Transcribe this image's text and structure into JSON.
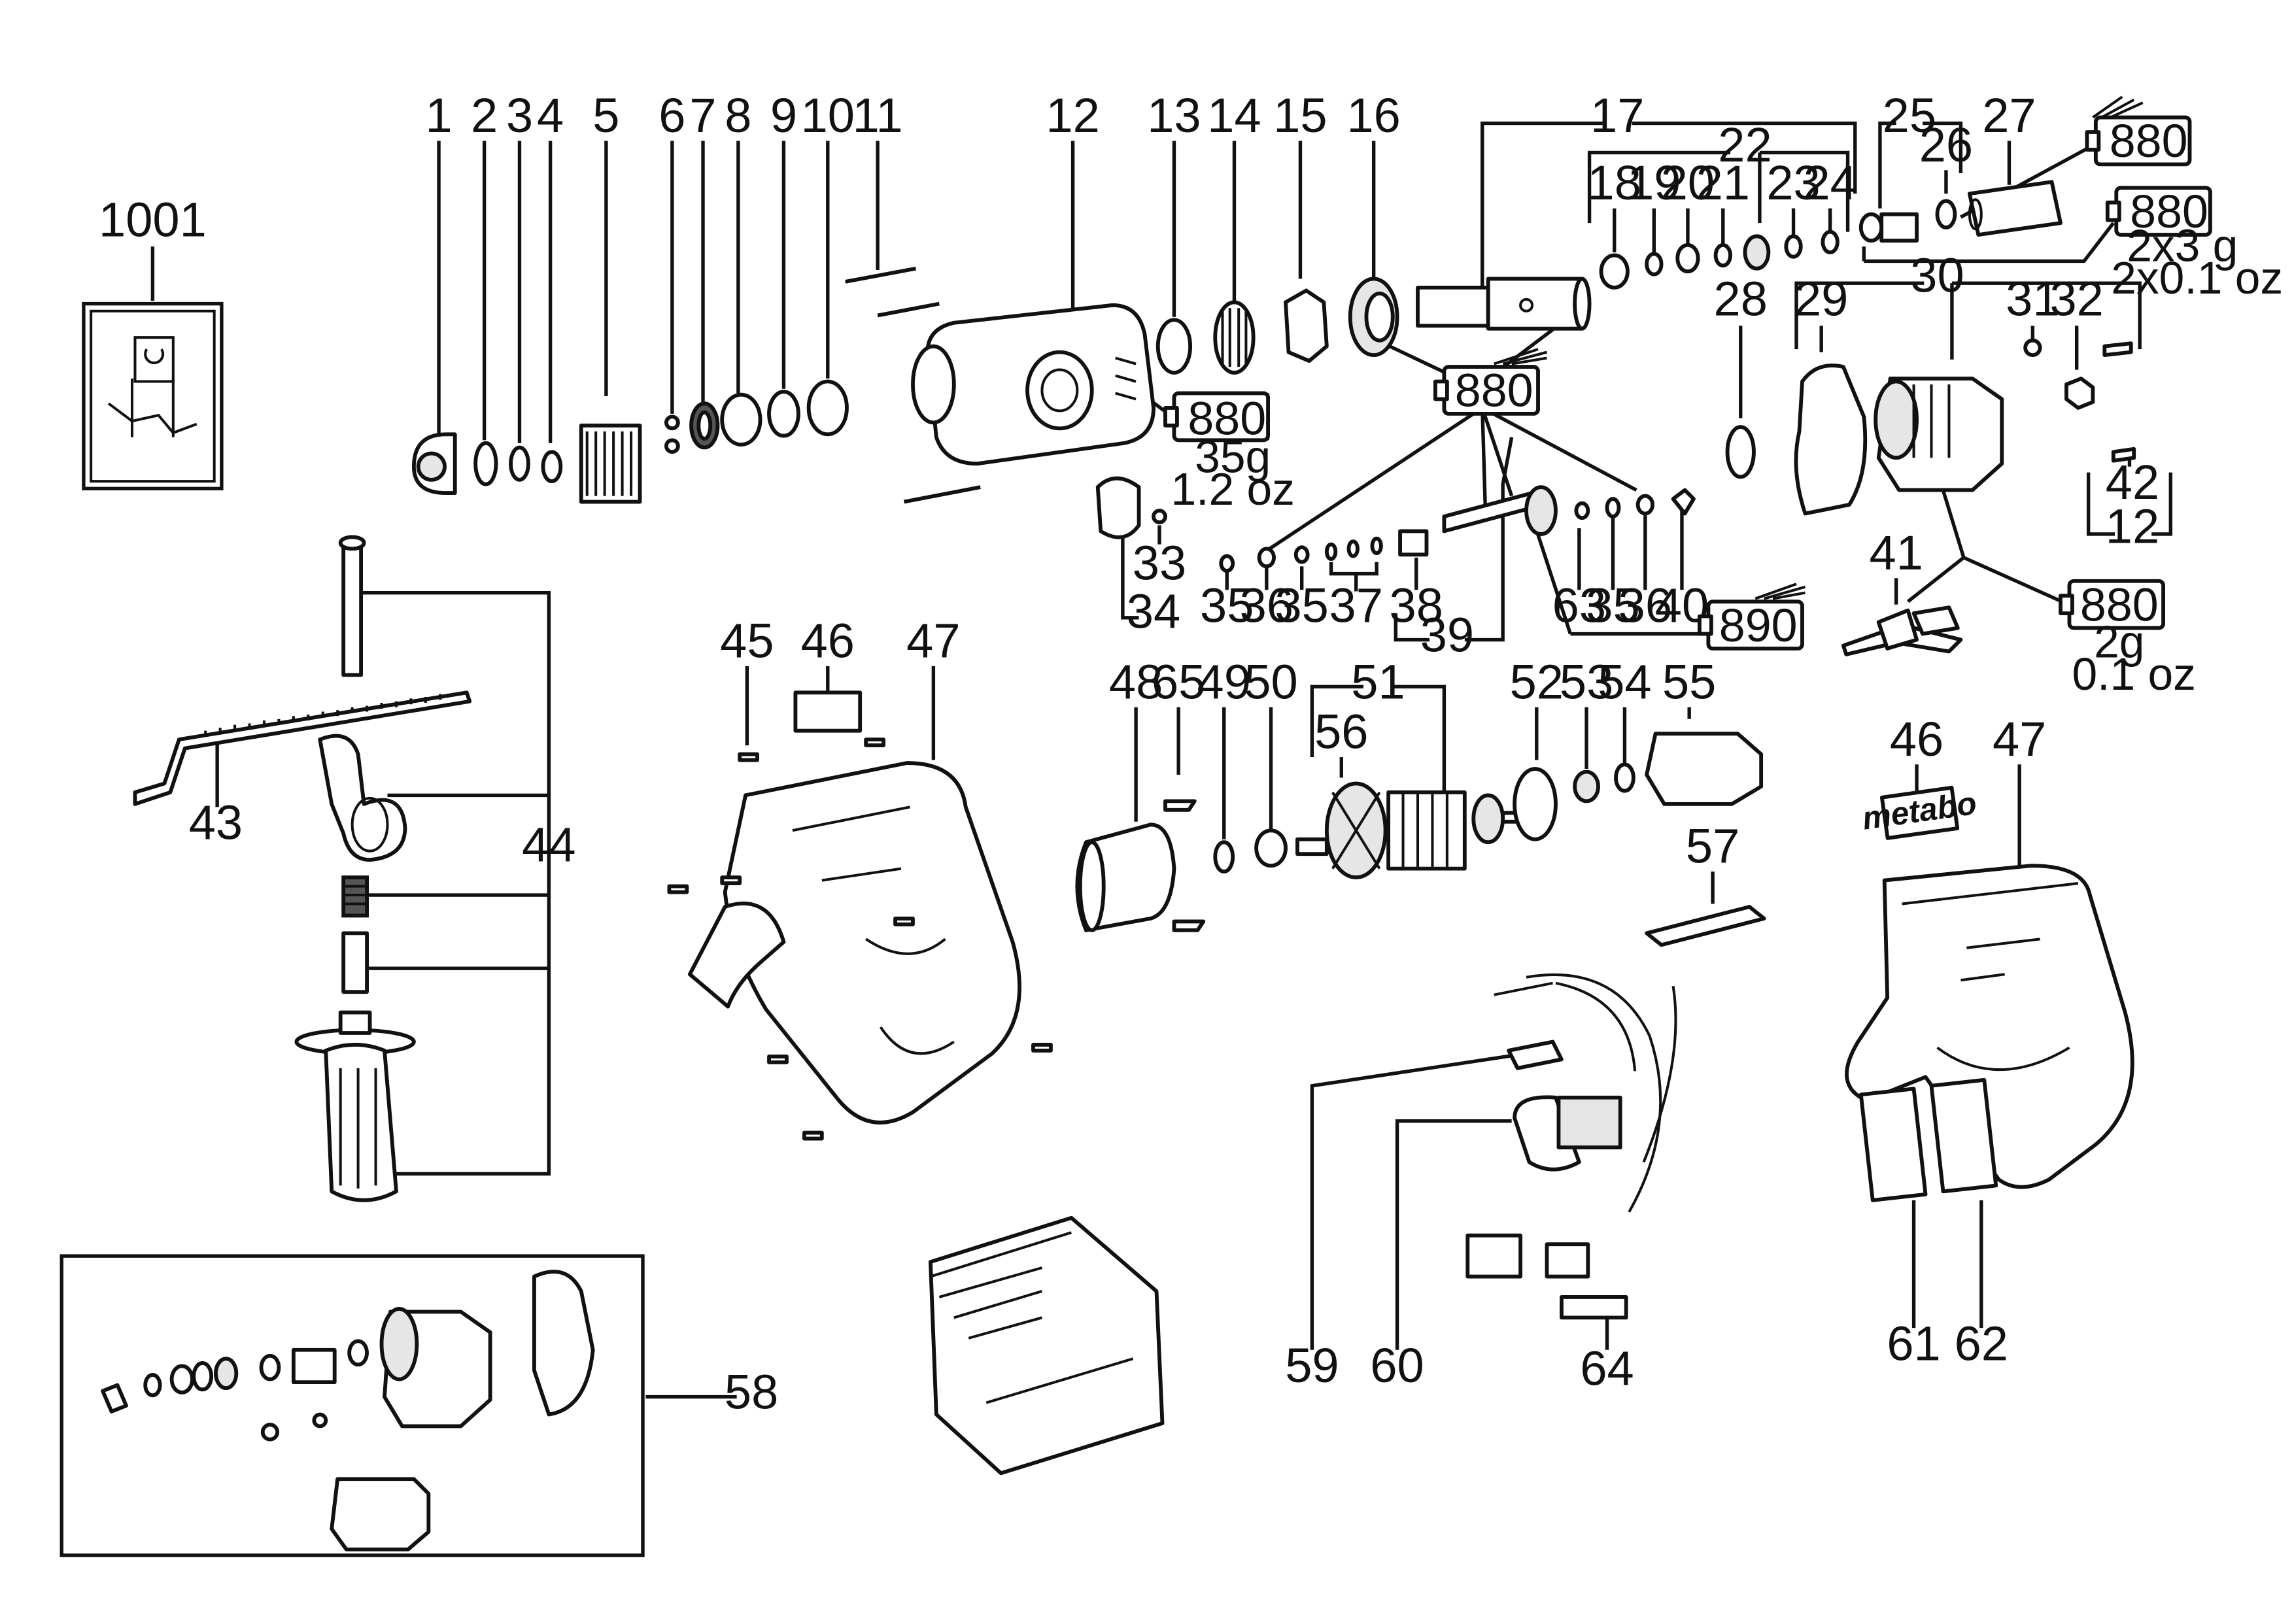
{
  "callouts": {
    "c1": "1",
    "c2": "2",
    "c3": "3",
    "c4": "4",
    "c5": "5",
    "c6": "6",
    "c7": "7",
    "c8": "8",
    "c9": "9",
    "c10": "10",
    "c11": "11",
    "c12": "12",
    "c13": "13",
    "c14": "14",
    "c15": "15",
    "c16": "16",
    "c17": "17",
    "c18": "18",
    "c19": "19",
    "c20": "20",
    "c21": "21",
    "c22": "22",
    "c23": "23",
    "c24": "24",
    "c25": "25",
    "c26": "26",
    "c27": "27",
    "c28": "28",
    "c29": "29",
    "c30": "30",
    "c31": "31",
    "c32": "32",
    "c33": "33",
    "c34": "34",
    "c35": "35",
    "c36": "36",
    "c37": "37",
    "c38": "38",
    "c39": "39",
    "c40": "40",
    "c41": "41",
    "c42": "42",
    "c43": "43",
    "c44": "44",
    "c45": "45",
    "c46": "46",
    "c47": "47",
    "c48": "48",
    "c49": "49",
    "c50": "50",
    "c51": "51",
    "c52": "52",
    "c53": "53",
    "c54": "54",
    "c55": "55",
    "c56": "56",
    "c57": "57",
    "c58": "58",
    "c59": "59",
    "c60": "60",
    "c61": "61",
    "c62": "62",
    "c63": "63",
    "c64": "64",
    "c65": "65",
    "c1001": "1001"
  },
  "repeated_callouts": {
    "c12b": "12",
    "c35b": "35",
    "c35c": "35",
    "c36b": "36",
    "c46b": "46",
    "c47b": "47"
  },
  "grease": {
    "t880_main": "880",
    "t880_main_qty1": "35g",
    "t880_main_qty2": "1.2 oz",
    "t880_mid": "880",
    "t880_top1": "880",
    "t880_top2": "880",
    "t880_top_qty1": "2x3 g",
    "t880_top_qty2": "2x0.1 oz",
    "t890": "890",
    "t880_right": "880",
    "t880_right_qty1": "2g",
    "t880_right_qty2": "0.1 oz"
  },
  "logo": {
    "brand": "metabo"
  }
}
